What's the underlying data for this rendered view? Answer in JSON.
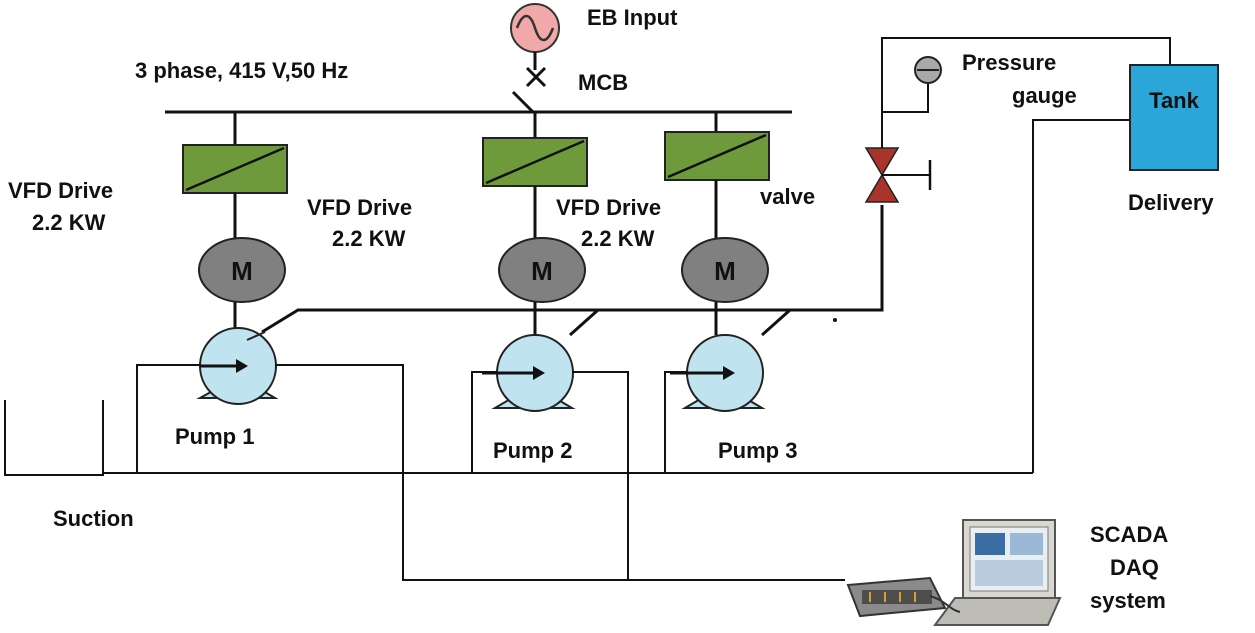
{
  "source": {
    "label": "EB Input"
  },
  "supply": {
    "label": "3 phase, 415 V,50 Hz"
  },
  "breaker": {
    "label": "MCB"
  },
  "drives": [
    {
      "line1": "VFD Drive",
      "line2": "2.2 KW"
    },
    {
      "line1": "VFD Drive",
      "line2": "2.2 KW"
    },
    {
      "line1": "VFD Drive",
      "line2": "2.2 KW"
    }
  ],
  "motor_symbol": "M",
  "pumps": [
    {
      "label": "Pump 1"
    },
    {
      "label": "Pump 2"
    },
    {
      "label": "Pump 3"
    }
  ],
  "valve": {
    "label": "valve"
  },
  "gauge": {
    "line1": "Pressure",
    "line2": "gauge"
  },
  "tank": {
    "label": "Tank",
    "caption": "Delivery"
  },
  "suction": {
    "label": "Suction"
  },
  "scada": {
    "line1": "SCADA",
    "line2": "DAQ",
    "line3": "system"
  },
  "colors": {
    "drive_fill": "#6f9a3c",
    "motor_fill": "#808080",
    "pump_fill": "#bfe3ef",
    "tank_fill": "#2aa7d8",
    "valve_fill": "#a8342c",
    "source_fill": "#f0a8a8"
  }
}
